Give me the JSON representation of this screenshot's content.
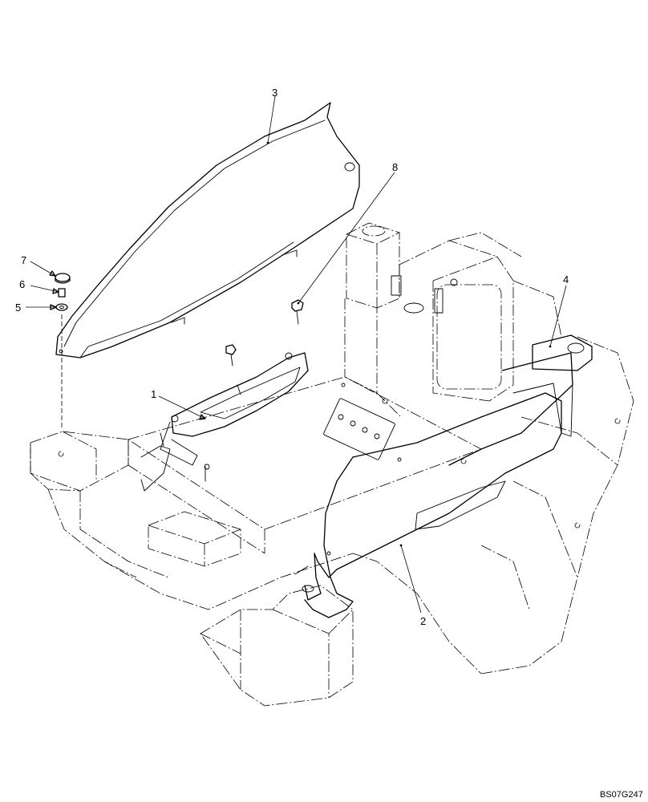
{
  "callouts": [
    {
      "id": "1",
      "label": "1"
    },
    {
      "id": "2",
      "label": "2"
    },
    {
      "id": "3",
      "label": "3"
    },
    {
      "id": "4",
      "label": "4"
    },
    {
      "id": "5",
      "label": "5"
    },
    {
      "id": "6",
      "label": "6"
    },
    {
      "id": "7",
      "label": "7"
    },
    {
      "id": "8",
      "label": "8"
    }
  ],
  "drawing_code": "BS07G247"
}
